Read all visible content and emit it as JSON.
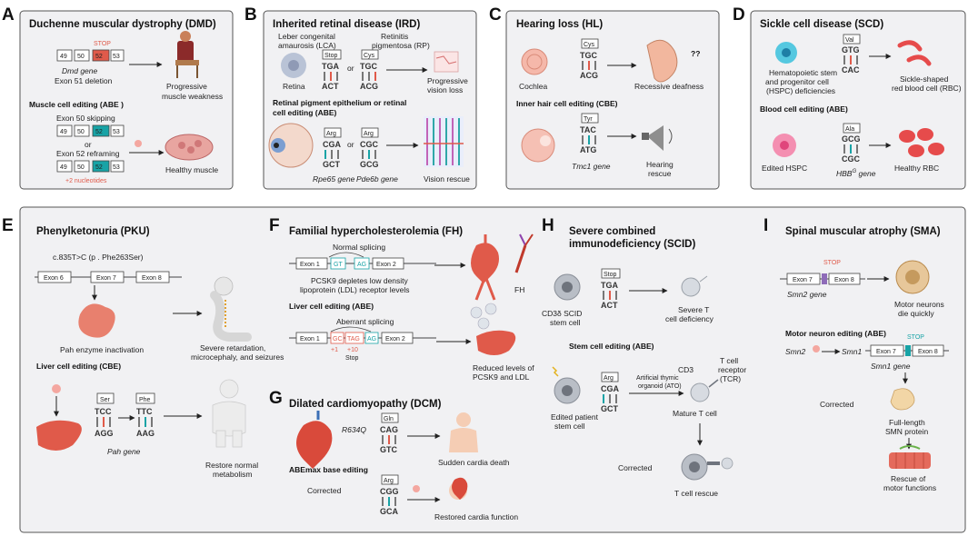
{
  "panels": {
    "A": {
      "letter": "A",
      "title": "Duchenne muscular dystrophy (DMD)",
      "exon49": "49",
      "exon50": "50",
      "exon52": "52",
      "exon53": "53",
      "stop": "STOP",
      "gene": "Dmd",
      "gene_suffix": " gene",
      "deletion": "Exon 51 deletion",
      "outcome1": "Progressive",
      "outcome2": "muscle weakness",
      "edit": "Muscle cell editing (ABE )",
      "skip": "Exon 50 skipping",
      "or": "or",
      "reframe": "Exon 52 reframing",
      "healthy": "Healthy muscle",
      "nucleotides": "+2 nucleotides"
    },
    "B": {
      "letter": "B",
      "title": "Inherited retinal disease (IRD)",
      "lca1": "Leber congenital",
      "lca2": "amaurosis (LCA)",
      "rp1": "Retinitis",
      "rp2": "pigmentosa (RP)",
      "stop": "Stop",
      "cys": "Cys",
      "codon1_top": "TGA",
      "codon1_bot": "ACT",
      "codon2_top": "TGC",
      "codon2_bot": "ACG",
      "or": "or",
      "retina": "Retina",
      "outcome1": "Progressive",
      "outcome2": "vision loss",
      "edit1": "Retinal pigment epithelium or retinal",
      "edit2": "cell editing (ABE)",
      "arg": "Arg",
      "codon3_top": "CGA",
      "codon3_bot": "GCT",
      "codon4_top": "CGC",
      "codon4_bot": "GCG",
      "gene1": "Rpe65",
      "gene2": "Pde6b",
      "gene_suffix": " gene",
      "rescue": "Vision rescue"
    },
    "C": {
      "letter": "C",
      "title": "Hearing loss (HL)",
      "cys": "Cys",
      "codon_top": "TGC",
      "codon_bot": "ACG",
      "cochlea": "Cochlea",
      "outcome": "Recessive deafness",
      "qmarks": "??",
      "edit": "Inner hair cell editing (CBE)",
      "tyr": "Tyr",
      "codon2_top": "TAC",
      "codon2_bot": "ATG",
      "gene": "Tmc1",
      "gene_suffix": " gene",
      "rescue1": "Hearing",
      "rescue2": "rescue"
    },
    "D": {
      "letter": "D",
      "title": "Sickle cell disease (SCD)",
      "val": "Val",
      "codon_top": "GTG",
      "codon_bot": "CAC",
      "hspc1": "Hematopoietic stem",
      "hspc2": "and progenitor cell",
      "hspc3": "(HSPC) deficiencies",
      "rbc1": "Sickle-shaped",
      "rbc2": "red blood cell (RBC)",
      "edit": "Blood cell editing (ABE)",
      "ala": "Ala",
      "codon2_top": "GCG",
      "codon2_bot": "CGC",
      "edited": "Edited HSPC",
      "gene": "HBB",
      "gene_sup": "G",
      "gene_suffix": " gene",
      "healthy": "Healthy RBC"
    },
    "E": {
      "letter": "E",
      "title": "Phenylketonuria (PKU)",
      "variant": "c.835T>C (p . Phe263Ser)",
      "exon6": "Exon 6",
      "exon7": "Exon 7",
      "exon8": "Exon 8",
      "enzyme": "Pah enzyme inactivation",
      "outcome1": "Severe retardation,",
      "outcome2": "microcephaly, and seizures",
      "edit": "Liver cell editing (CBE)",
      "ser": "Ser",
      "phe": "Phe",
      "codon1_top": "TCC",
      "codon1_bot": "AGG",
      "codon2_top": "TTC",
      "codon2_bot": "AAG",
      "gene": "Pah",
      "gene_suffix": " gene",
      "restore1": "Restore normal",
      "restore2": "metabolism"
    },
    "F": {
      "letter": "F",
      "title": "Familial hypercholesterolemia (FH)",
      "normal": "Normal splicing",
      "exon1": "Exon 1",
      "exon2": "Exon 2",
      "gt": "GT",
      "ag": "AG",
      "desc1": "PCSK9 depletes low density",
      "desc2": "lipoprotein (LDL) receptor levels",
      "fh": "FH",
      "edit": "Liver cell editing (ABE)",
      "aberrant": "Aberrant splicing",
      "gc": "GC",
      "tag": "TAG",
      "plus1": "+1",
      "plus10": "+10",
      "stop": "Stop",
      "reduced1": "Reduced levels of",
      "reduced2": "PCSK9 and LDL"
    },
    "G": {
      "letter": "G",
      "title": "Dilated cardiomyopathy (DCM)",
      "variant": "R634Q",
      "gln": "Gln",
      "codon1_top": "CAG",
      "codon1_bot": "GTC",
      "death": "Sudden cardia death",
      "edit": "ABEmax base editing",
      "corrected": "Corrected",
      "arg": "Arg",
      "codon2_top": "CGG",
      "codon2_bot": "GCA",
      "restored": "Restored cardia function"
    },
    "H": {
      "letter": "H",
      "title1": "Severe combined",
      "title2": "immunodeficiency (SCID)",
      "stop": "Stop",
      "codon_top": "TGA",
      "codon_bot": "ACT",
      "cell1": "CD3δ  SCID",
      "cell2": "stem cell",
      "def1": "Severe T",
      "def2": "cell deficiency",
      "edit": "Stem cell editing (ABE)",
      "arg": "Arg",
      "codon2_top": "CGA",
      "codon2_bot": "GCT",
      "ato1": "Artificial thymic",
      "ato2": "organoid (ATO)",
      "cd3": "CD3",
      "tcr1": "T cell",
      "tcr2": "receptor",
      "tcr3": "(TCR)",
      "edited1": "Edited patient",
      "edited2": "stem cell",
      "mature": "Mature T cell",
      "corrected": "Corrected",
      "rescue": "T cell rescue"
    },
    "I": {
      "letter": "I",
      "title": "Spinal muscular atrophy (SMA)",
      "stop": "STOP",
      "exon7": "Exon 7",
      "exon8": "Exon 8",
      "gene": "Smn2",
      "gene_suffix": " gene",
      "die1": "Motor neurons",
      "die2": "die quickly",
      "edit": "Motor neuron editing (ABE)",
      "smn2": "Smn2",
      "smn1": "Smn1",
      "corrected": "Corrected",
      "fl1": "Full-length",
      "fl2": "SMN protein",
      "rescue1": "Rescue of",
      "rescue2": "motor functions"
    }
  },
  "colors": {
    "red": "#e05a4a",
    "teal": "#18a3a6",
    "panel_bg": "#f1f1f3",
    "liver": "#e05a4a",
    "rbc": "#e64b4b",
    "muscle": "#e8a5a0"
  }
}
